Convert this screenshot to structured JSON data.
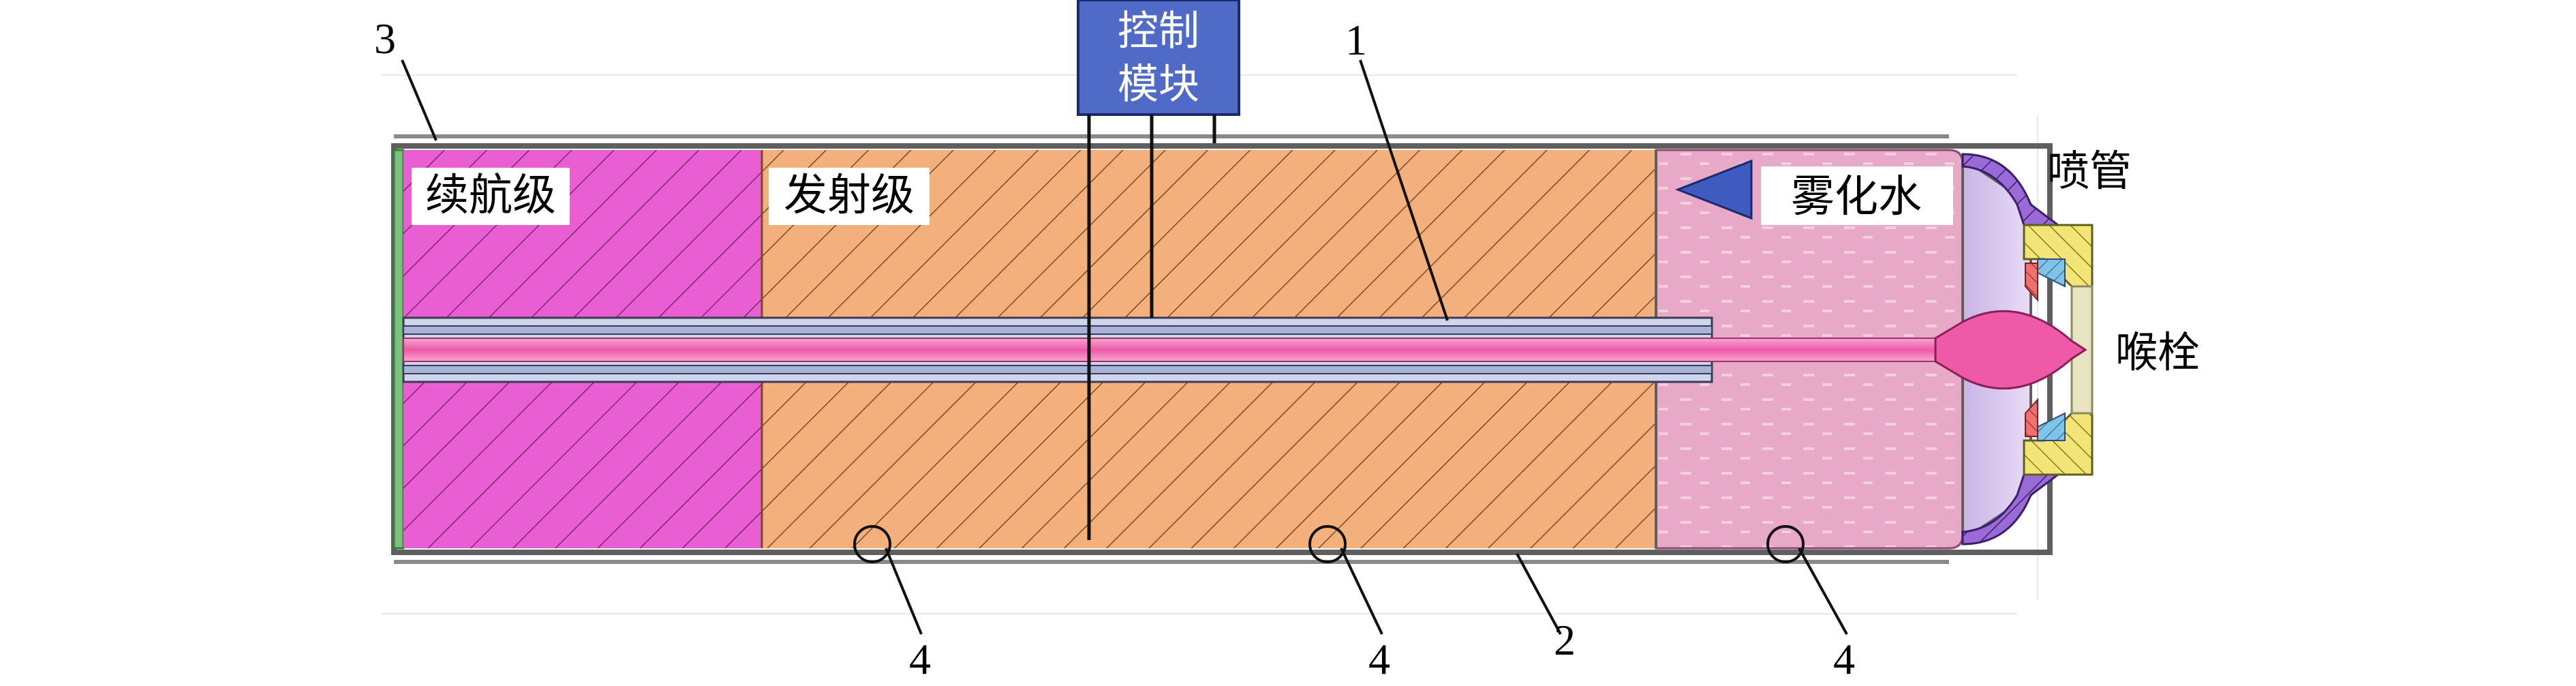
{
  "labels": {
    "control_module": [
      "控制",
      "模块"
    ],
    "cruise_stage": "续航级",
    "launch_stage": "发射级",
    "atomized_water": "雾化水",
    "nozzle": "喷管",
    "pintle": "喉栓",
    "callout_1": "1",
    "callout_2": "2",
    "callout_3": "3",
    "callout_4": "4"
  },
  "colors": {
    "cruise_fill": "#e95fd3",
    "launch_fill": "#f4b07c",
    "water_fill": "#e7a9c6",
    "control_box": "#4f6bc7",
    "rod": "#ee5aa6",
    "nozzle_fill": "#9a6ad6",
    "throat_yellow": "#f2e477",
    "throat_blue": "#7fc3e8",
    "shell": "#5f5f5f"
  }
}
